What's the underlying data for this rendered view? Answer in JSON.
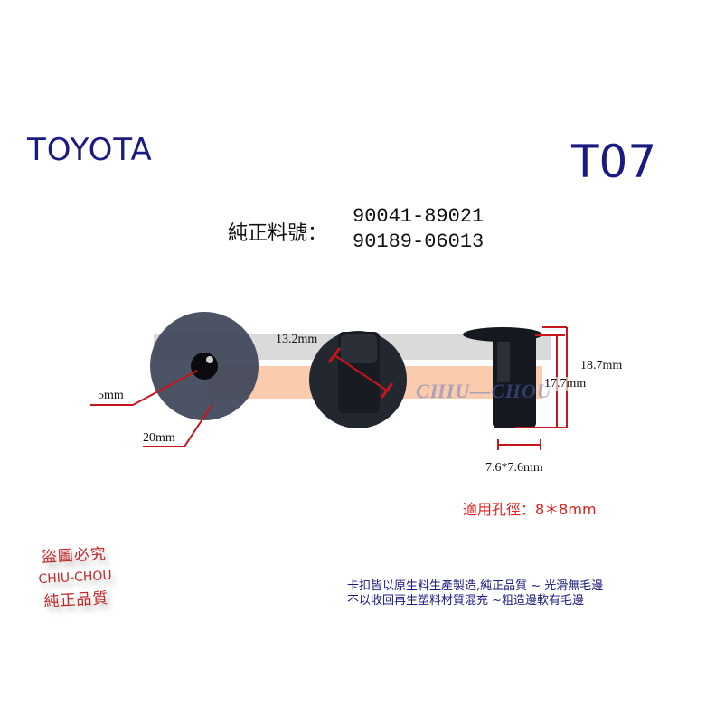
{
  "header": {
    "brand": "TOYOTA",
    "item_code": "T07"
  },
  "part_numbers": {
    "label": "純正料號：",
    "numbers": [
      "90041-89021",
      "90189-06013"
    ]
  },
  "dimensions": {
    "hole_diameter": "5mm",
    "head_diameter": "20mm",
    "diagonal": "13.2mm",
    "total_height": "18.7mm",
    "shank_height": "17.7mm",
    "shank_width": "7.6*7.6mm"
  },
  "hole_spec": "適用孔徑：8＊8mm",
  "watermark": "CHIU—CHOU",
  "stamp": {
    "line1": "盜圖必究",
    "line2": "CHIU-CHOU",
    "line3": "純正品質"
  },
  "notes": [
    "卡扣皆以原生料生產製造,純正品質 ~ 光滑無毛邊",
    "不以收回再生塑料材質混充 ~粗造邊軟有毛邊"
  ],
  "colors": {
    "brand_blue": "#1a1a80",
    "dimension_red": "#c8151c",
    "spec_red": "#e21b1b",
    "part_body": "#2a2f3c"
  }
}
